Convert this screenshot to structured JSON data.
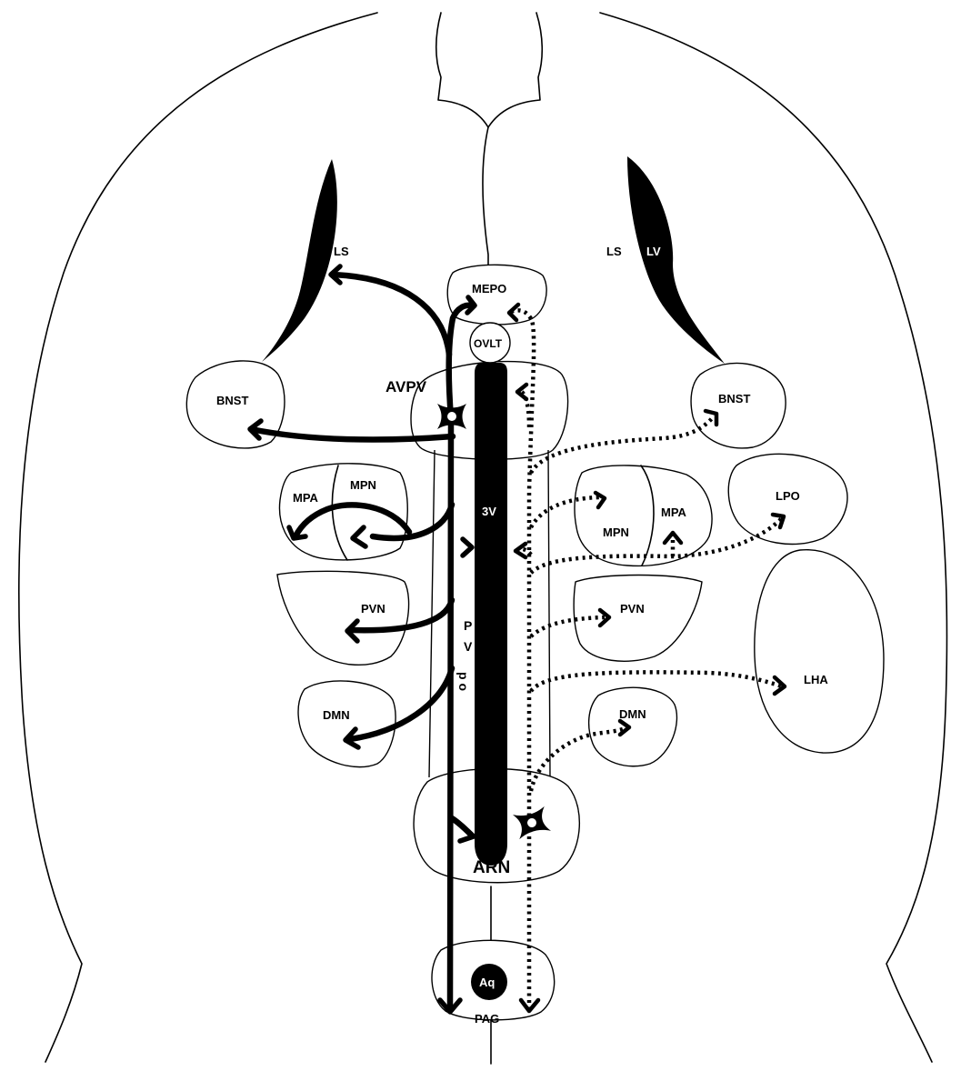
{
  "regions": {
    "ls_left": "LS",
    "ls_right": "LS",
    "lv": "LV",
    "mepo": "MEPO",
    "ovlt": "OVLT",
    "avpv": "AVPV",
    "bnst_left": "BNST",
    "bnst_right": "BNST",
    "mpa_left": "MPA",
    "mpn_left": "MPN",
    "mpa_right": "MPA",
    "mpn_right": "MPN",
    "lpo": "LPO",
    "third_ventricle": "3V",
    "pvn_left": "PVN",
    "pvn_right": "PVN",
    "pvpo_p": "P",
    "pvpo_v": "V",
    "pvpo_po": "po",
    "lha": "LHA",
    "dmn_left": "DMN",
    "dmn_right": "DMN",
    "arn": "ARN",
    "aq": "Aq",
    "pag": "PAG"
  },
  "colors": {
    "line": "#000000",
    "fill": "#ffffff"
  }
}
